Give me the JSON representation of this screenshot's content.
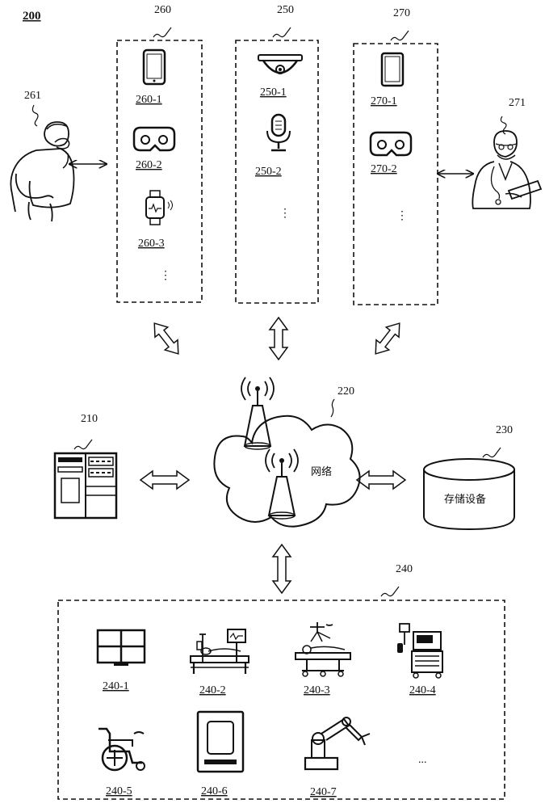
{
  "figure_label": "200",
  "groups": {
    "g260": {
      "ref": "260",
      "items": [
        "260-1",
        "260-2",
        "260-3"
      ],
      "more": "⋮"
    },
    "g250": {
      "ref": "250",
      "items": [
        "250-1",
        "250-2"
      ],
      "more": "⋮"
    },
    "g270": {
      "ref": "270",
      "items": [
        "270-1",
        "270-2"
      ],
      "more": "⋮"
    }
  },
  "patient": {
    "ref": "261"
  },
  "doctor": {
    "ref": "271"
  },
  "server": {
    "ref": "210"
  },
  "network": {
    "ref": "220",
    "label": "网络"
  },
  "storage": {
    "ref": "230",
    "label": "存储设备"
  },
  "g240": {
    "ref": "240",
    "items": [
      "240-1",
      "240-2",
      "240-3",
      "240-4",
      "240-5",
      "240-6",
      "240-7"
    ],
    "more": "..."
  }
}
